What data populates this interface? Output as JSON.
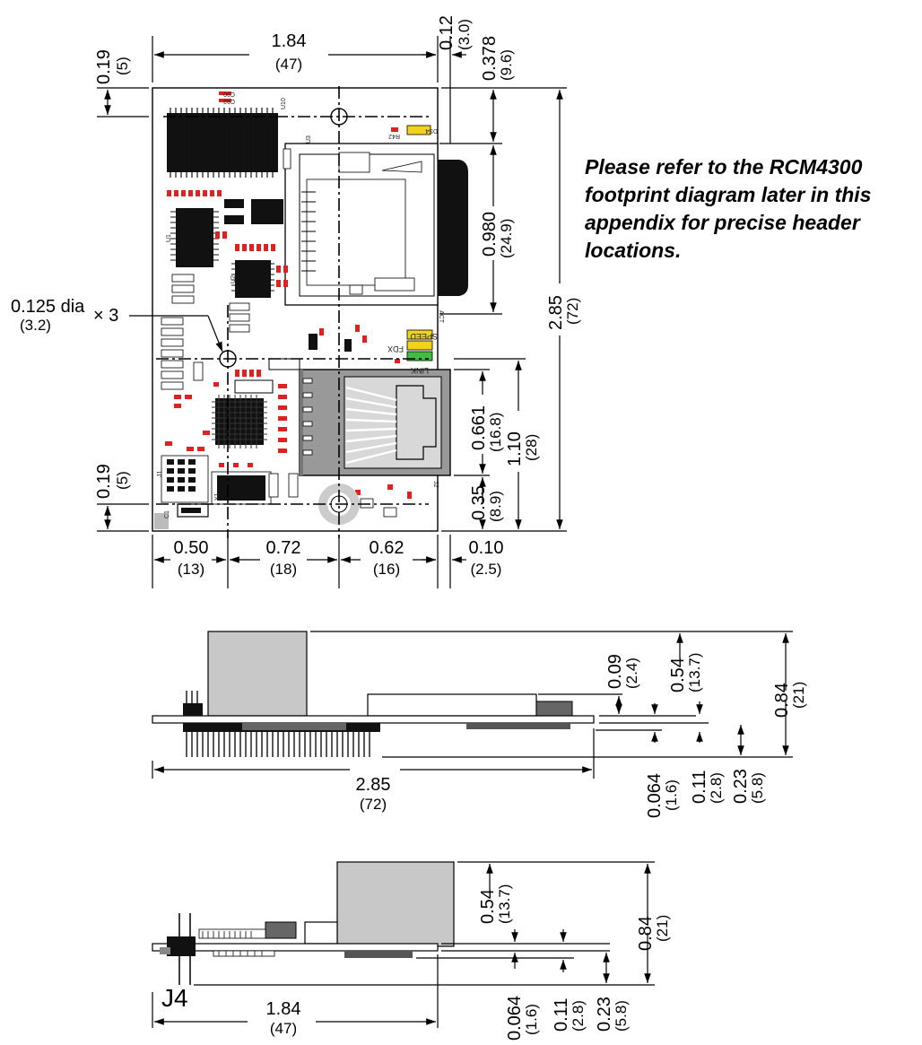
{
  "note": {
    "lines": [
      "Please refer to the RCM4300",
      "footprint diagram later in this",
      "appendix for precise header",
      "locations."
    ]
  },
  "top_view": {
    "dims": {
      "width_in": "1.84",
      "width_mm": "(47)",
      "right_gap_in": "0.12",
      "right_gap_mm": "(3.0)",
      "card_top_in": "0.378",
      "card_top_mm": "(9.6)",
      "card_h_in": "0.980",
      "card_h_mm": "(24.9)",
      "height_in": "2.85",
      "height_mm": "(72)",
      "top_hole_in": "0.19",
      "top_hole_mm": "(5)",
      "bot_hole_in": "0.19",
      "bot_hole_mm": "(5)",
      "hole_dia_in": "0.125 dia",
      "hole_dia_mm": "(3.2)",
      "hole_count": "× 3",
      "eth_in": "0.661",
      "eth_mm": "(16.8)",
      "eth_span_in": "1.10",
      "eth_span_mm": "(28)",
      "eth_bot_in": "0.35",
      "eth_bot_mm": "(8.9)",
      "x1_in": "0.50",
      "x1_mm": "(13)",
      "x2_in": "0.72",
      "x2_mm": "(18)",
      "x3_in": "0.62",
      "x3_mm": "(16)",
      "x4_in": "0.10",
      "x4_mm": "(2.5)"
    },
    "labels": {
      "speed": "SPEED",
      "fdx": "FDX",
      "link": "LINK",
      "act": "ACT",
      "u1": "U1",
      "u10": "U10",
      "u3": "U3",
      "u2": "U2",
      "j1": "J1",
      "j2": "J2",
      "y1": "Y1",
      "c1": "C1",
      "ds4": "DS4",
      "r42": "R42",
      "c90": "C90",
      "c92": "C92"
    }
  },
  "side_view_1": {
    "dims": {
      "w_in": "2.85",
      "w_mm": "(72)",
      "a_in": "0.09",
      "a_mm": "(2.4)",
      "b_in": "0.54",
      "b_mm": "(13.7)",
      "c_in": "0.84",
      "c_mm": "(21)",
      "d_in": "0.064",
      "d_mm": "(1.6)",
      "e_in": "0.11",
      "e_mm": "(2.8)",
      "f_in": "0.23",
      "f_mm": "(5.8)"
    }
  },
  "side_view_2": {
    "label": "J4",
    "dims": {
      "w_in": "1.84",
      "w_mm": "(47)",
      "b_in": "0.54",
      "b_mm": "(13.7)",
      "c_in": "0.84",
      "c_mm": "(21)",
      "d_in": "0.064",
      "d_mm": "(1.6)",
      "e_in": "0.11",
      "e_mm": "(2.8)",
      "f_in": "0.23",
      "f_mm": "(5.8)"
    }
  }
}
